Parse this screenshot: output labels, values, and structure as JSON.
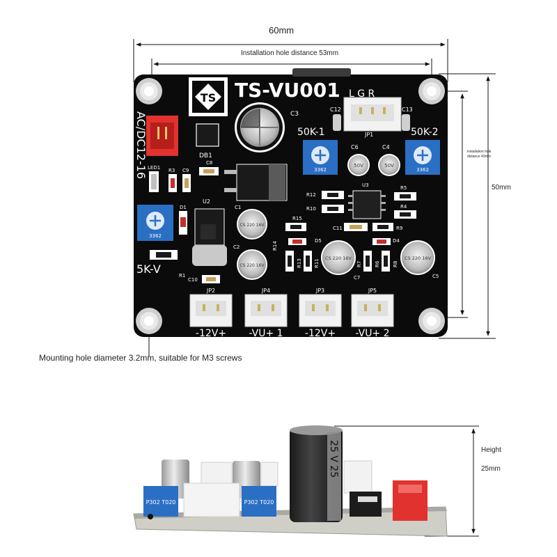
{
  "dimensions": {
    "width_label": "60mm",
    "hole_distance_label": "Installation hole distance 53mm",
    "height_label": "50mm",
    "vertical_hole_distance_label": "installation hole distance 43mm",
    "mounting_hole_label": "Mounting hole diameter 3.2mm, suitable for M3 screws",
    "side_height_label": "Height",
    "side_height_value": "25mm"
  },
  "board": {
    "logo_text": "TS",
    "model": "TS-VU001",
    "power_label": "AC/DC12-16",
    "header_jp1_pins": "L  G  R",
    "pot_left_top": "50K-1",
    "pot_right_top": "50K-2",
    "pot_left": "5K-V",
    "connectors": [
      {
        "ref": "JP2",
        "label": "-12V+"
      },
      {
        "ref": "JP4",
        "label": "-VU+ 1"
      },
      {
        "ref": "JP3",
        "label": "-12V+"
      },
      {
        "ref": "JP5",
        "label": "-VU+ 2"
      }
    ],
    "refs": {
      "c3": "C3",
      "c12": "C12",
      "c13": "C13",
      "jp1": "JP1",
      "db1": "DB1",
      "c6": "C6",
      "c4": "C4",
      "c8": "C8",
      "led1": "LED1",
      "r3": "R3",
      "c9": "C9",
      "r12": "R12",
      "r10": "R10",
      "u3": "U3",
      "r5": "R5",
      "r4": "R4",
      "d1": "D1",
      "u2": "U2",
      "c1": "C1",
      "r15": "R15",
      "c11": "C11",
      "r9": "R9",
      "r14": "R14",
      "d5": "D5",
      "d4": "D4",
      "c2": "C2",
      "r13": "R13",
      "r11": "R11",
      "r7": "R7",
      "r6": "R6",
      "r8": "R8",
      "c7": "C7",
      "c5": "C5",
      "r1": "R1",
      "c10": "C10"
    },
    "cap_text": "CS 220 16V",
    "small_cap_text": "50V",
    "pot_code": "3362",
    "pot_code_side": "P302 T020",
    "big_cap_side": "25 V 25"
  },
  "colors": {
    "pcb": "#0b0b0b",
    "silkscreen": "#ffffff",
    "pot_blue": "#2a6fc4",
    "connector_red": "#e2322e",
    "connector_white": "#f2f2f2",
    "pad_silver": "#c9c9c9",
    "cap_grey": "#bdbdbd",
    "side_pcb_edge": "#cfcfc8"
  }
}
